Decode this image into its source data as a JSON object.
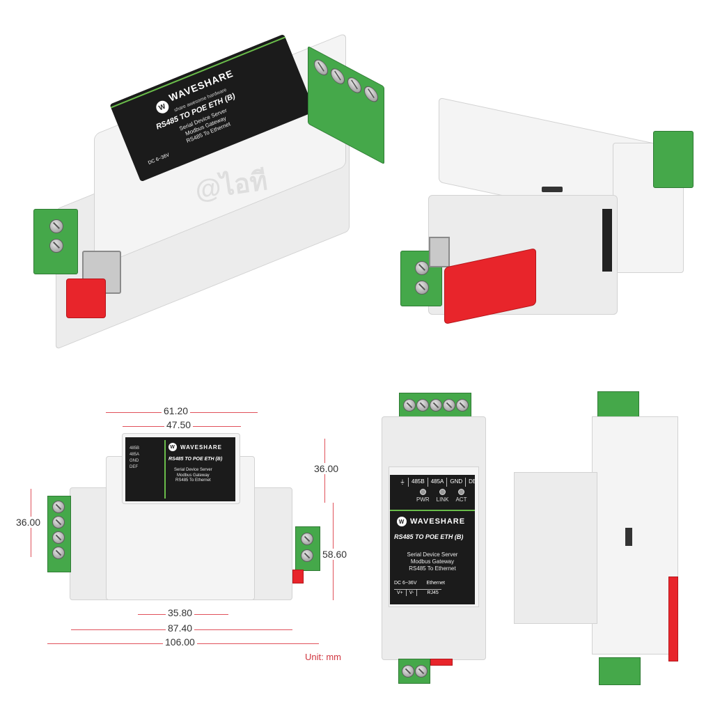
{
  "brand": {
    "name": "WAVESHARE",
    "tagline": "share awesome hardware",
    "logo_mark": "W"
  },
  "product": {
    "model": "RS485 TO POE ETH (B)",
    "desc_line1": "Serial Device Server",
    "desc_line2": "Modbus Gateway",
    "desc_line3": "RS485 To Ethernet",
    "pins_top": [
      "485B",
      "485A",
      "GND",
      "DEF"
    ],
    "leds": [
      "PWR",
      "LINK",
      "ACT"
    ],
    "power_label": "DC 6~36V",
    "power_pins": [
      "V+",
      "V-"
    ],
    "eth_label": "Ethernet",
    "eth_port": "RJ45"
  },
  "watermark": "@ไอที",
  "dimensions": {
    "width_top_outer": "61.20",
    "width_top_inner": "47.50",
    "height_label": "36.00",
    "height_terminal": "36.00",
    "height_total": "58.60",
    "width_base_mid": "35.80",
    "width_base_inner": "87.40",
    "width_total": "106.00",
    "unit": "Unit: mm"
  },
  "colors": {
    "terminal_green": "#45a84a",
    "latch_red": "#e8252b",
    "plate_black": "#1b1b1b",
    "accent_green": "#6abd4a",
    "dimension_red": "#e0505a"
  }
}
